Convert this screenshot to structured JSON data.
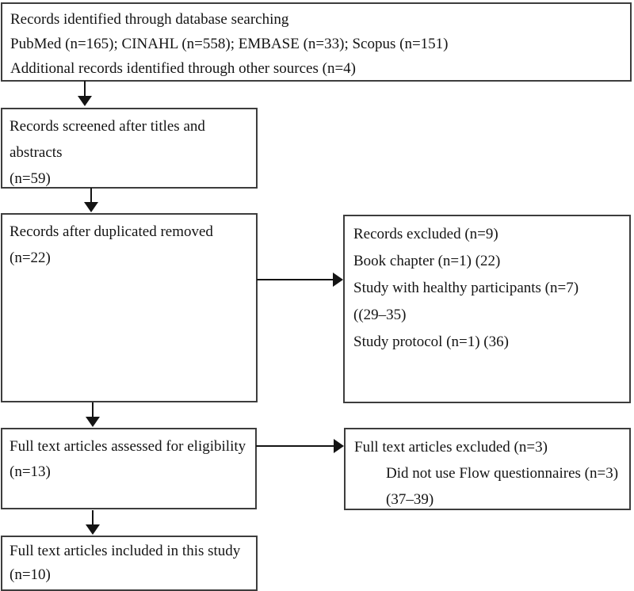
{
  "diagram": {
    "type": "prisma-flow-diagram",
    "colors": {
      "background": "#ffffff",
      "box_border": "#3d3d3d",
      "text": "#141414",
      "arrow": "#141414"
    },
    "boxes": {
      "identification": {
        "lines": [
          "Records identified through database searching",
          "PubMed (n=165); CINAHL (n=558); EMBASE (n=33); Scopus (n=151)",
          "Additional records identified through other sources (n=4)"
        ]
      },
      "screened": {
        "lines": [
          "Records screened after titles and",
          "abstracts",
          "(n=59)"
        ]
      },
      "duplicates_removed": {
        "lines": [
          "Records after duplicated removed",
          "(n=22)"
        ]
      },
      "records_excluded": {
        "lines": [
          "Records excluded (n=9)",
          "Book chapter (n=1) (22)",
          "Study with healthy participants (n=7)",
          "((29–35)",
          "Study protocol (n=1) (36)"
        ]
      },
      "eligibility": {
        "lines": [
          "Full text articles assessed for eligibility",
          "(n=13)"
        ]
      },
      "fulltext_excluded": {
        "lines": [
          "Full text articles excluded (n=3)",
          "Did not use Flow questionnaires (n=3)",
          "(37–39)"
        ]
      },
      "included": {
        "lines": [
          "Full text articles included in this study",
          "(n=10)"
        ]
      }
    }
  }
}
